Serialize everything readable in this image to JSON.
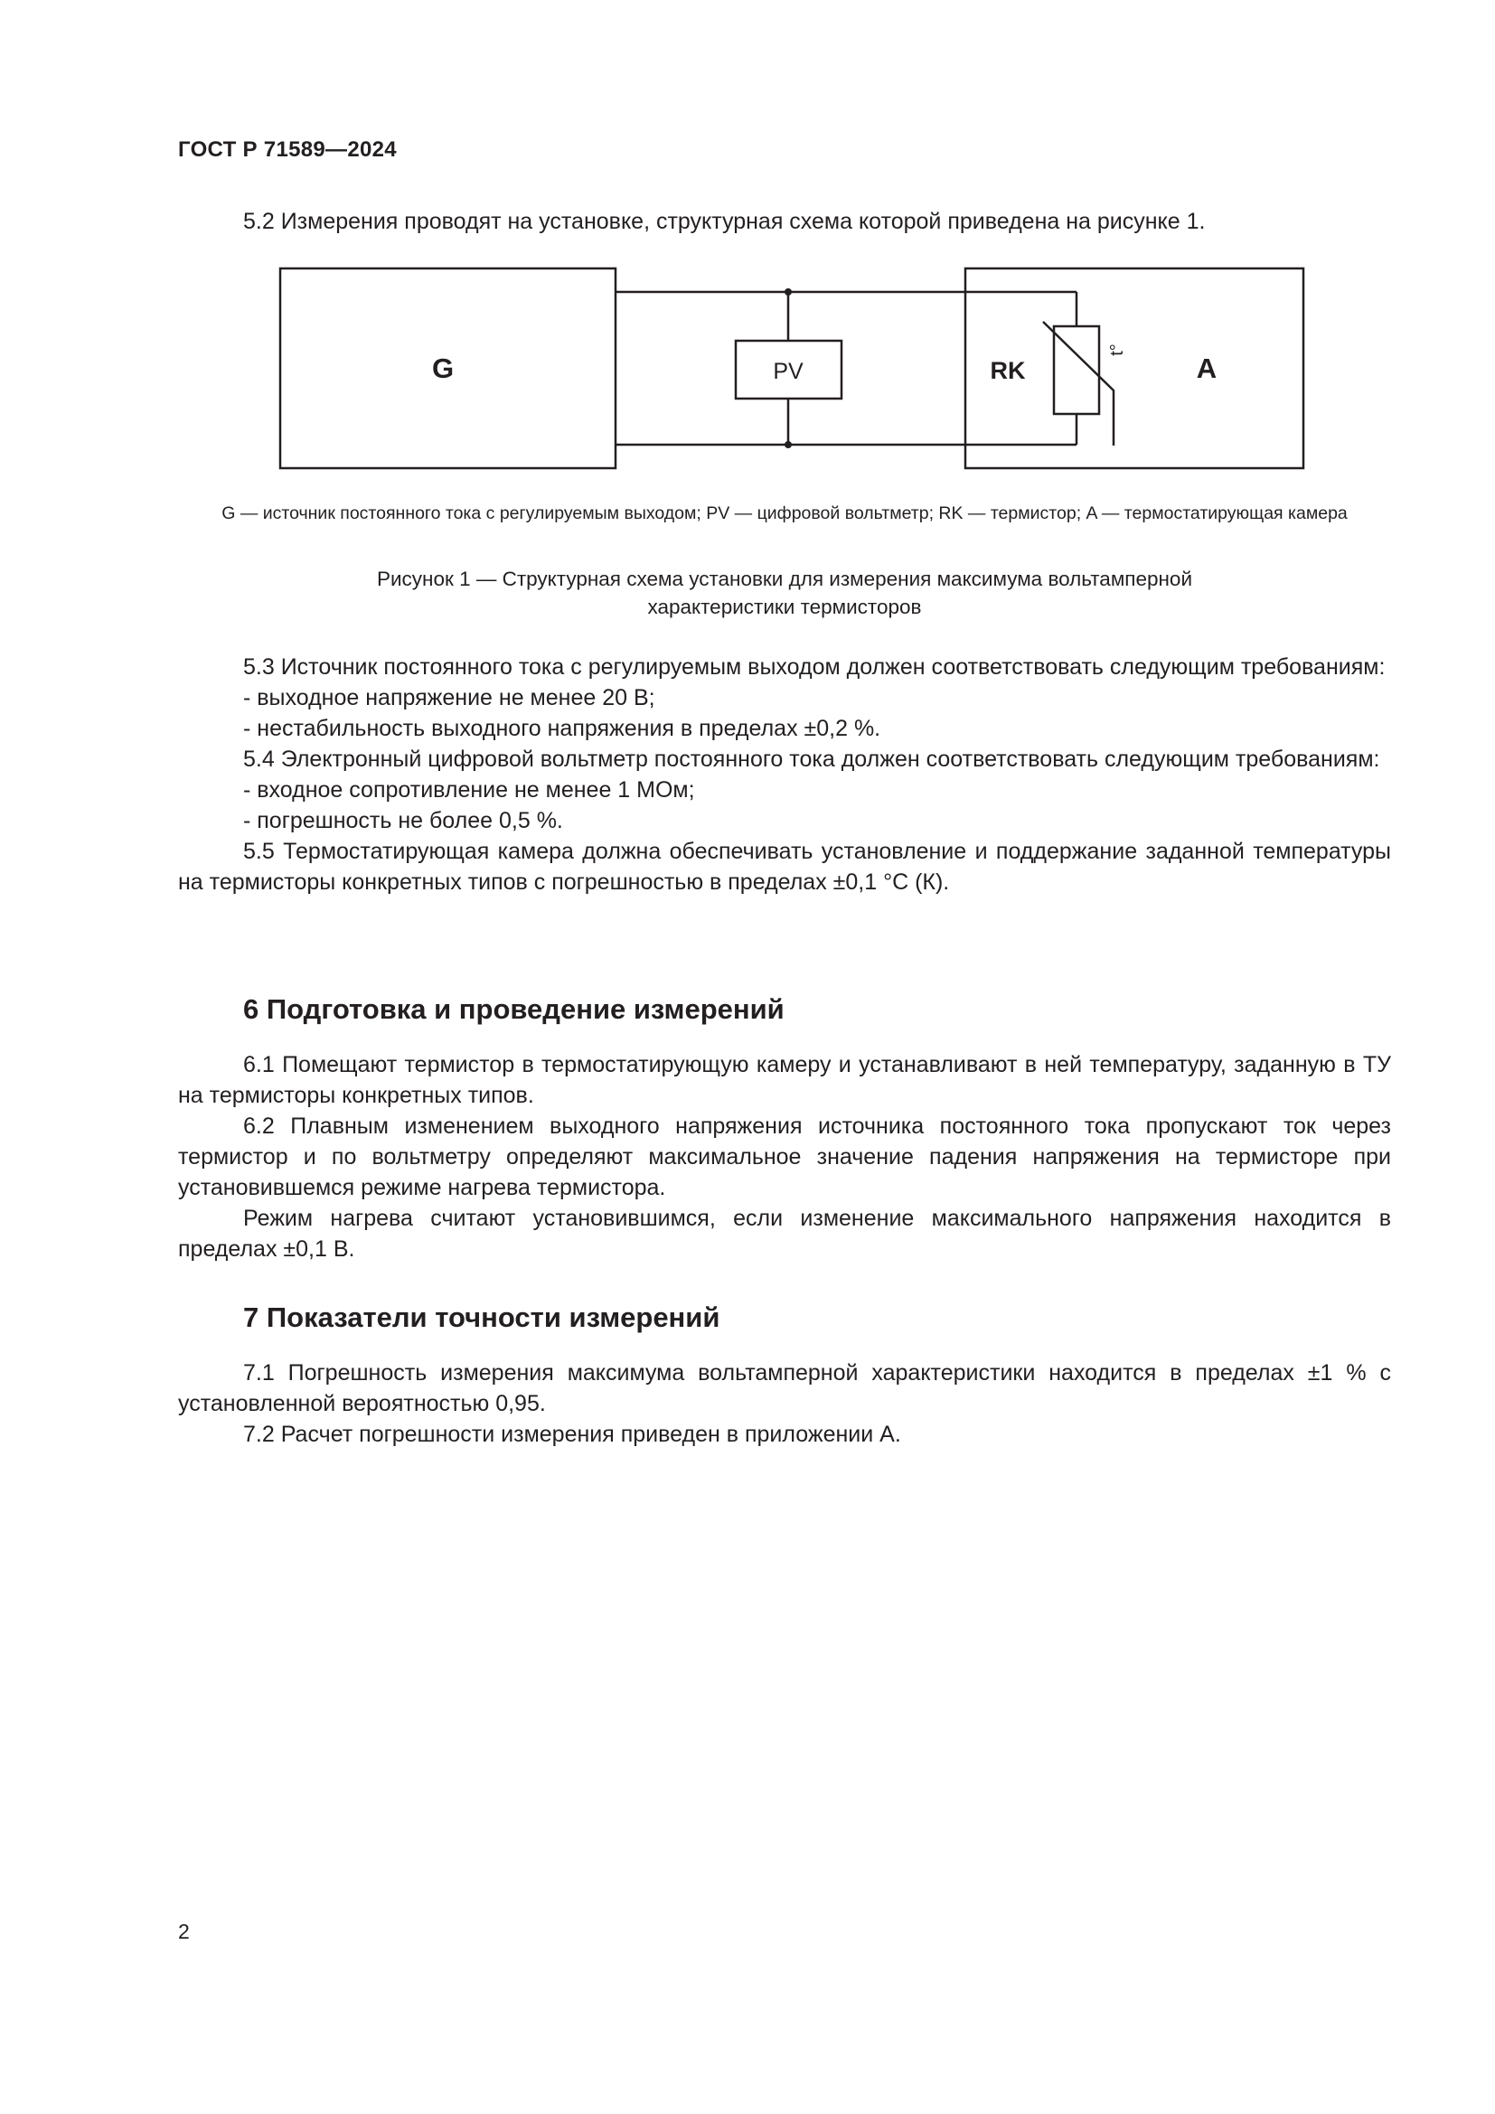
{
  "header": {
    "doc_id": "ГОСТ Р 71589—2024"
  },
  "intro": {
    "p_5_2": "5.2  Измерения проводят на установке, структурная схема которой приведена на рисунке 1."
  },
  "figure": {
    "labels": {
      "g": "G",
      "pv": "PV",
      "rk": "RK",
      "a": "A",
      "t_symbol": "t°"
    },
    "legend": "G — источник постоянного тока с регулируемым выходом; PV — цифровой вольтметр; RK — термистор; A — термостатирующая камера",
    "caption_line1": "Рисунок 1 — Структурная схема установки для измерения максимума вольтамперной",
    "caption_line2": "характеристики  термисторов"
  },
  "section5": {
    "p_5_3": "5.3  Источник постоянного тока с регулируемым выходом должен соответствовать следующим требованиям:",
    "p_5_3_items": [
      "-  выходное напряжение не менее 20 В;",
      "-  нестабильность выходного напряжения в пределах ±0,2 %."
    ],
    "p_5_4": "5.4  Электронный цифровой вольтметр постоянного тока должен соответствовать следующим требованиям:",
    "p_5_4_items": [
      "-  входное сопротивление не менее 1 МОм;",
      "-  погрешность не более 0,5 %."
    ],
    "p_5_5": "5.5  Термостатирующая камера должна обеспечивать установление и поддержание заданной температуры на термисторы конкретных типов с погрешностью в пределах ±0,1 °С (К)."
  },
  "section6": {
    "heading": "6  Подготовка и проведение измерений",
    "p_6_1": "6.1  Помещают термистор в термостатирующую камеру и устанавливают в ней температуру, заданную в ТУ на термисторы конкретных типов.",
    "p_6_2": "6.2  Плавным изменением выходного напряжения источника постоянного тока пропускают ток через термистор и по вольтметру определяют максимальное значение падения напряжения на термисторе при установившемся режиме нагрева термистора.",
    "p_6_2b": "Режим нагрева считают установившимся, если изменение максимального напряжения находится в пределах ±0,1 В."
  },
  "section7": {
    "heading": "7  Показатели точности измерений",
    "p_7_1": "7.1  Погрешность измерения максимума вольтамперной характеристики находится в пределах ±1 % с установленной вероятностью 0,95.",
    "p_7_2": "7.2  Расчет погрешности измерения приведен в приложении А."
  },
  "footer": {
    "page_number": "2"
  }
}
